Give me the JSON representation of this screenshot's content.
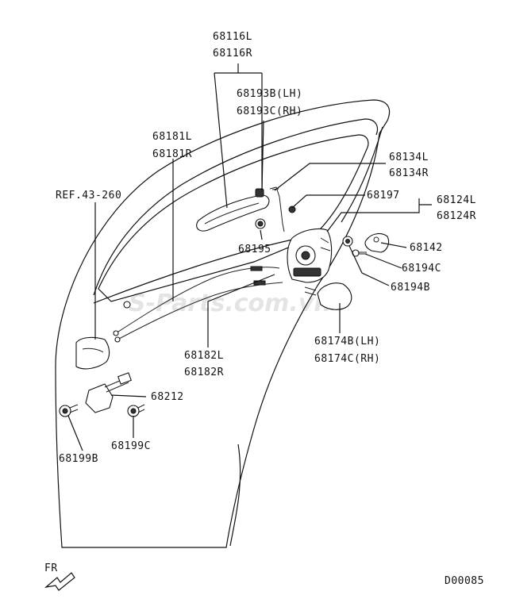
{
  "labels": {
    "p68116": [
      "68116L",
      "68116R"
    ],
    "p68193": [
      "68193B(LH)",
      "68193C(RH)"
    ],
    "p68181": [
      "68181L",
      "68181R"
    ],
    "p68134": [
      "68134L",
      "68134R"
    ],
    "ref": "REF.43-260",
    "p68197": "68197",
    "p68124": [
      "68124L",
      "68124R"
    ],
    "p68142": "68142",
    "p68194c": "68194C",
    "p68195": "68195",
    "p68194b": "68194B",
    "p68174": [
      "68174B(LH)",
      "68174C(RH)"
    ],
    "p68182": [
      "68182L",
      "68182R"
    ],
    "p68212": "68212",
    "p68199c": "68199C",
    "p68199b": "68199B",
    "fr": "FR",
    "diagram_code": "D00085",
    "watermark": "S-Parts.com.vn"
  }
}
